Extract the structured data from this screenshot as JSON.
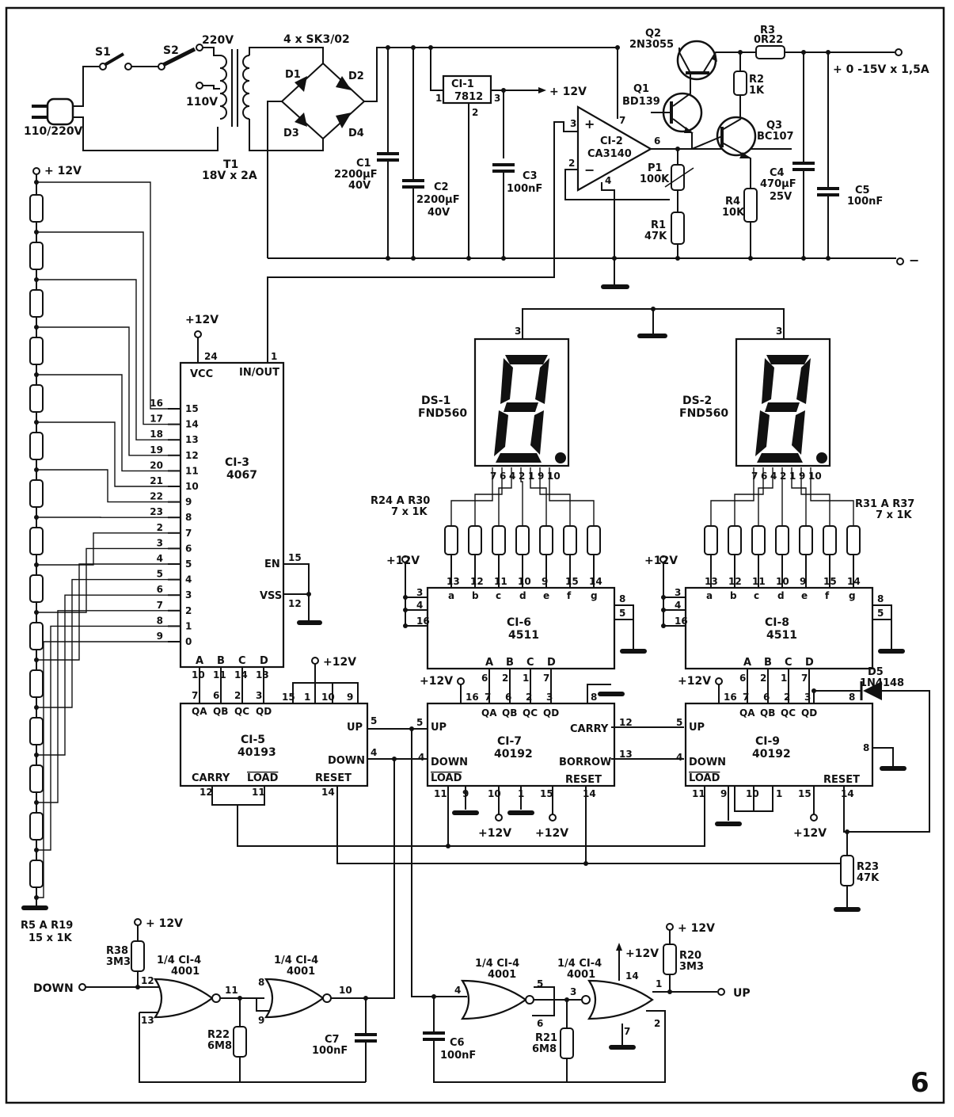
{
  "figure_number": "6",
  "power": {
    "plug_label": "110/220V",
    "s1": "S1",
    "s2": "S2",
    "tap_220": "220V",
    "tap_110": "110V",
    "transformer": "T1",
    "transformer_rating": "18V x 2A",
    "bridge": "4 x SK3/02",
    "d1": "D1",
    "d2": "D2",
    "d3": "D3",
    "d4": "D4",
    "c1": "C1",
    "c1_value": "2200µF",
    "c1_voltage": "40V",
    "c2": "C2",
    "c2_value": "2200µF",
    "c2_voltage": "40V",
    "ci1": "CI-1",
    "ci1_part": "7812",
    "ci1_pin1": "1",
    "ci1_pin2": "2",
    "ci1_pin3": "3",
    "plus12_out": "+ 12V",
    "c3": "C3",
    "c3_value": "100nF",
    "ci2": "CI-2",
    "ci2_part": "CA3140",
    "ci2_pin2": "2",
    "ci2_pin3": "3",
    "ci2_pin4": "4",
    "ci2_pin6": "6",
    "ci2_pin7": "7",
    "ci2_plus": "+",
    "ci2_minus": "−",
    "q1": "Q1",
    "q1_part": "BD139",
    "q2": "Q2",
    "q2_part": "2N3055",
    "q3": "Q3",
    "q3_part": "BC107",
    "r1": "R1",
    "r1_value": "47K",
    "r2": "R2",
    "r2_value": "1K",
    "r3": "R3",
    "r3_value": "0R22",
    "r4": "R4",
    "r4_value": "10K",
    "p1": "P1",
    "p1_value": "100K",
    "c4": "C4",
    "c4_value": "470µF",
    "c4_voltage": "25V",
    "c5": "C5",
    "c5_value": "100nF",
    "out_pos": "+ 0 -15V x 1,5A",
    "out_neg": "−"
  },
  "ladder": {
    "supply": "+ 12V",
    "label": "R5  A  R19",
    "count": "15 x 1K"
  },
  "ci3": {
    "name": "CI-3",
    "part": "4067",
    "vcc": "VCC",
    "in_out": "IN/OUT",
    "supply": "+12V",
    "pin24": "24",
    "pin1": "1",
    "en": "EN",
    "en_pin": "15",
    "vss": "VSS",
    "vss_pin": "12",
    "pins": [
      {
        "pin": "16",
        "ch": "15"
      },
      {
        "pin": "17",
        "ch": "14"
      },
      {
        "pin": "18",
        "ch": "13"
      },
      {
        "pin": "19",
        "ch": "12"
      },
      {
        "pin": "20",
        "ch": "11"
      },
      {
        "pin": "21",
        "ch": "10"
      },
      {
        "pin": "22",
        "ch": "9"
      },
      {
        "pin": "23",
        "ch": "8"
      },
      {
        "pin": "2",
        "ch": "7"
      },
      {
        "pin": "3",
        "ch": "6"
      },
      {
        "pin": "4",
        "ch": "5"
      },
      {
        "pin": "5",
        "ch": "4"
      },
      {
        "pin": "6",
        "ch": "3"
      },
      {
        "pin": "7",
        "ch": "2"
      },
      {
        "pin": "8",
        "ch": "1"
      },
      {
        "pin": "9",
        "ch": "0"
      }
    ],
    "addr": [
      {
        "label": "A",
        "pin": "10"
      },
      {
        "label": "B",
        "pin": "11"
      },
      {
        "label": "C",
        "pin": "14"
      },
      {
        "label": "D",
        "pin": "13"
      }
    ]
  },
  "ci5": {
    "name": "CI-5",
    "part": "40193",
    "outputs": [
      {
        "label": "QA",
        "pin": "7"
      },
      {
        "label": "QB",
        "pin": "6"
      },
      {
        "label": "QC",
        "pin": "2"
      },
      {
        "label": "QD",
        "pin": "3"
      }
    ],
    "up": "UP",
    "up_pin": "5",
    "down": "DOWN",
    "down_pin": "4",
    "carry": "CARRY",
    "carry_pin": "12",
    "load": "LOAD",
    "load_pin": "11",
    "reset": "RESET",
    "reset_pin": "14",
    "top_pins": [
      "15",
      "1",
      "10",
      "9"
    ],
    "supply": "+12V"
  },
  "displays": [
    {
      "name": "DS-1",
      "part": "FND560",
      "common_pin": "3",
      "pins": [
        "7",
        "6",
        "4",
        "2",
        "1",
        "9",
        "10"
      ]
    },
    {
      "name": "DS-2",
      "part": "FND560",
      "common_pin": "3",
      "pins": [
        "7",
        "6",
        "4",
        "2",
        "1",
        "9",
        "10"
      ]
    }
  ],
  "resistor_groups": [
    {
      "label": "R24  A  R30",
      "count": "7 x 1K"
    },
    {
      "label": "R31  A  R37",
      "count": "7 x 1K"
    }
  ],
  "ci6": {
    "name": "CI-6",
    "part": "4511",
    "supply": "+12V",
    "segs": [
      "a",
      "b",
      "c",
      "d",
      "e",
      "f",
      "g"
    ],
    "seg_pins": [
      "13",
      "12",
      "11",
      "10",
      "9",
      "15",
      "14"
    ],
    "left_pins": [
      "3",
      "4",
      "16"
    ],
    "right_pins": [
      "8",
      "5"
    ],
    "inputs": [
      {
        "label": "A",
        "pin": "6"
      },
      {
        "label": "B",
        "pin": "2"
      },
      {
        "label": "C",
        "pin": "1"
      },
      {
        "label": "D",
        "pin": "7"
      }
    ]
  },
  "ci8": {
    "name": "CI-8",
    "part": "4511",
    "supply": "+12V",
    "segs": [
      "a",
      "b",
      "c",
      "d",
      "e",
      "f",
      "g"
    ],
    "seg_pins": [
      "13",
      "12",
      "11",
      "10",
      "9",
      "15",
      "14"
    ],
    "left_pins": [
      "3",
      "4",
      "16"
    ],
    "right_pins": [
      "8",
      "5"
    ],
    "inputs": [
      {
        "label": "A",
        "pin": "6"
      },
      {
        "label": "B",
        "pin": "2"
      },
      {
        "label": "C",
        "pin": "1"
      },
      {
        "label": "D",
        "pin": "7"
      }
    ]
  },
  "ci7": {
    "name": "CI-7",
    "part": "40192",
    "supply": "+12V",
    "pin16": "16",
    "pin8": "8",
    "outputs": [
      {
        "label": "QA",
        "pin": "7"
      },
      {
        "label": "QB",
        "pin": "6"
      },
      {
        "label": "QC",
        "pin": "2"
      },
      {
        "label": "QD",
        "pin": "3"
      }
    ],
    "up": "UP",
    "up_pin": "5",
    "down": "DOWN",
    "down_pin": "4",
    "carry": "CARRY",
    "carry_pin": "12",
    "borrow": "BORROW",
    "borrow_pin": "13",
    "load": "LOAD",
    "load_pin": "11",
    "reset": "RESET",
    "reset_pin": "14",
    "bottom_pins": [
      "9",
      "10",
      "1",
      "15"
    ],
    "supply_a": "+12V",
    "supply_b": "+12V"
  },
  "ci9": {
    "name": "CI-9",
    "part": "40192",
    "supply": "+12V",
    "pin16": "16",
    "pin8": "8",
    "outputs": [
      {
        "label": "QA",
        "pin": "7"
      },
      {
        "label": "QB",
        "pin": "6"
      },
      {
        "label": "QC",
        "pin": "2"
      },
      {
        "label": "QD",
        "pin": "3"
      }
    ],
    "up": "UP",
    "up_pin": "5",
    "down": "DOWN",
    "down_pin": "4",
    "load": "LOAD",
    "load_pin": "11",
    "reset": "RESET",
    "reset_pin": "14",
    "bottom_pins": [
      "9",
      "10",
      "1",
      "15"
    ],
    "supply_b": "+12V"
  },
  "d5": {
    "name": "D5",
    "part": "1N4148"
  },
  "r23": {
    "name": "R23",
    "value": "47K"
  },
  "debounce": {
    "supply": "+ 12V",
    "gate_label": "1/4 CI-4",
    "gate_part": "4001",
    "down_in": "DOWN",
    "up_out": "UP",
    "r38": "R38",
    "r38_value": "3M3",
    "r22": "R22",
    "r22_value": "6M8",
    "r21": "R21",
    "r21_value": "6M8",
    "r20": "R20",
    "r20_value": "3M3",
    "c7": "C7",
    "c7_value": "100nF",
    "c6": "C6",
    "c6_value": "100nF",
    "g1_pins": [
      "12",
      "13",
      "11"
    ],
    "g2_pins": [
      "8",
      "9",
      "10"
    ],
    "g3_pins": [
      "4",
      "5",
      "6"
    ],
    "g4_pins": [
      "3",
      "2",
      "1"
    ],
    "pin14": "14",
    "pin7": "7",
    "supply_chip": "+12V"
  }
}
